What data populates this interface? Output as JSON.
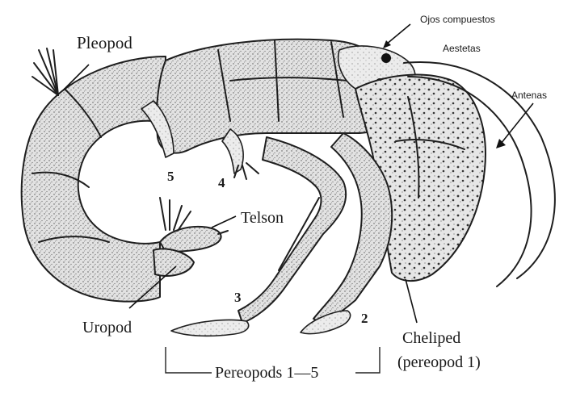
{
  "labels": {
    "pleopod": "Pleopod",
    "ojos_compuestos": "Ojos compuestos",
    "aestetas": "Aestetas",
    "antenas": "Antenas",
    "telson": "Telson",
    "uropod": "Uropod",
    "cheliped_line1": "Cheliped",
    "cheliped_line2": "(pereopod 1)",
    "pereopods": "Pereopods 1—5",
    "num_5": "5",
    "num_4": "4",
    "num_3": "3",
    "num_2": "2"
  },
  "colors": {
    "ink": "#1e1e1e",
    "stipple_bg": "#e4e4e4",
    "background": "#ffffff"
  }
}
